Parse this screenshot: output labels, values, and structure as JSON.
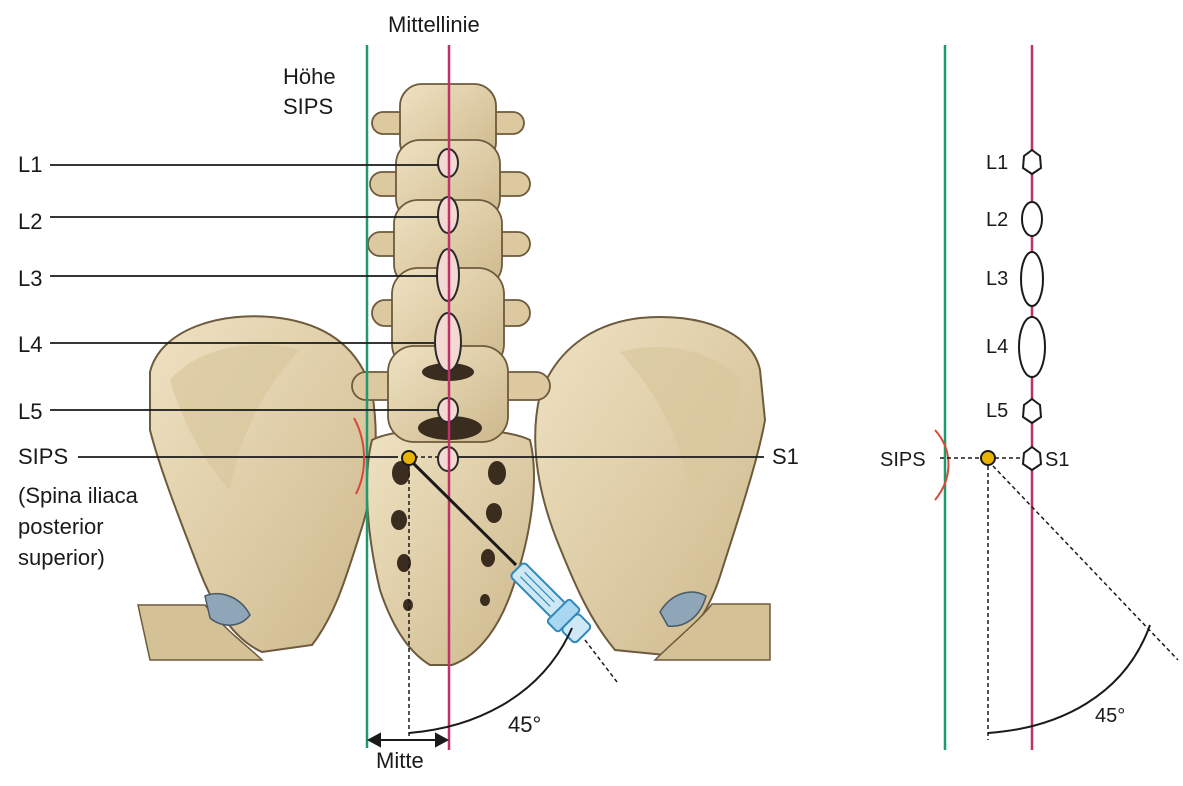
{
  "labels": {
    "midline": "Mittellinie",
    "sips_height_line1": "Höhe",
    "sips_height_line2": "SIPS",
    "l1": "L1",
    "l2": "L2",
    "l3": "L3",
    "l4": "L4",
    "l5": "L5",
    "sips": "SIPS",
    "sips_full": "(Spina iliaca posterior superior)",
    "s1": "S1",
    "angle": "45°",
    "center": "Mitte"
  },
  "schematic": {
    "l1": "L1",
    "l2": "L2",
    "l3": "L3",
    "l4": "L4",
    "l5": "L5",
    "s1": "S1",
    "sips": "SIPS",
    "angle": "45°"
  },
  "colors": {
    "bone": "#e3d3ae",
    "bone_shadow": "#b8a47a",
    "bone_dark": "#3a2c1e",
    "process": "#f3d9d2",
    "midline": "#c0306a",
    "sips_height": "#1f9a6e",
    "marker": "#e8b400",
    "needle": "#5aaed8"
  }
}
